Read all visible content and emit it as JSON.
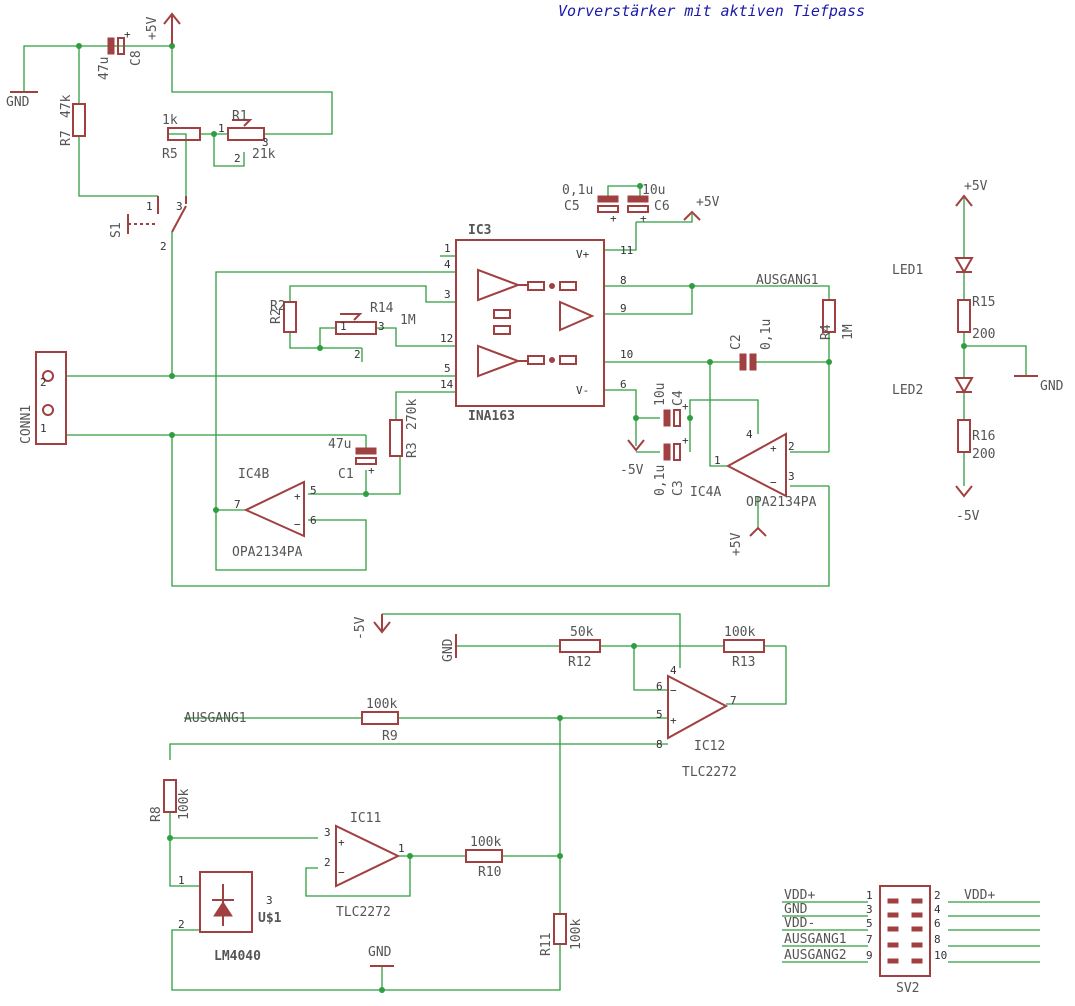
{
  "title": "Vorverstärker mit aktiven Tiefpass",
  "power": {
    "p5": "+5V",
    "m5": "-5V",
    "gnd": "GND"
  },
  "resistors": {
    "R1": {
      "name": "R1",
      "value": "21k"
    },
    "R2": {
      "name": "R2",
      "value": ""
    },
    "R3": {
      "name": "R3",
      "value": "270k"
    },
    "R4": {
      "name": "R4",
      "value": "1M"
    },
    "R5": {
      "name": "R5",
      "value": "1k"
    },
    "R7": {
      "name": "R7",
      "value": "47k"
    },
    "R8": {
      "name": "R8",
      "value": "100k"
    },
    "R9": {
      "name": "R9",
      "value": "100k"
    },
    "R10": {
      "name": "R10",
      "value": "100k"
    },
    "R11": {
      "name": "R11",
      "value": "100k"
    },
    "R12": {
      "name": "R12",
      "value": "50k"
    },
    "R13": {
      "name": "R13",
      "value": "100k"
    },
    "R14": {
      "name": "R14",
      "value": "1M"
    },
    "R15": {
      "name": "R15",
      "value": "200"
    },
    "R16": {
      "name": "R16",
      "value": "200"
    }
  },
  "capacitors": {
    "C1": {
      "name": "C1",
      "value": "47u"
    },
    "C2": {
      "name": "C2",
      "value": "0,1u"
    },
    "C3": {
      "name": "C3",
      "value": "0,1u"
    },
    "C4": {
      "name": "C4",
      "value": "10u"
    },
    "C5": {
      "name": "C5",
      "value": "0,1u"
    },
    "C6": {
      "name": "C6",
      "value": "10u"
    },
    "C8": {
      "name": "C8",
      "value": "47u"
    }
  },
  "ics": {
    "IC3": {
      "name": "IC3",
      "part": "INA163"
    },
    "IC4A": {
      "name": "IC4A",
      "part": "OPA2134PA"
    },
    "IC4B": {
      "name": "IC4B",
      "part": "OPA2134PA"
    },
    "IC11": {
      "name": "IC11",
      "part": "TLC2272"
    },
    "IC12": {
      "name": "IC12",
      "part": "TLC2272"
    },
    "U1": {
      "name": "U$1",
      "part": "LM4040"
    }
  },
  "misc": {
    "conn1": "CONN1",
    "s1": "S1",
    "led1": "LED1",
    "led2": "LED2",
    "sv2": "SV2"
  },
  "nets": {
    "ausgang1": "AUSGANG1",
    "ausgang2": "AUSGANG2"
  },
  "pins": {
    "ina": {
      "p1": "1",
      "p4": "4",
      "p3": "3",
      "p12": "12",
      "p5": "5",
      "p14": "14",
      "p11": "11",
      "p8": "8",
      "p9": "9",
      "p10": "10",
      "p6": "6",
      "vp": "V+",
      "vm": "V-"
    },
    "n1": "1",
    "n2": "2",
    "n3": "3",
    "n4": "4",
    "n5": "5",
    "n6": "6",
    "n7": "7",
    "n8": "8"
  },
  "header": {
    "left": [
      {
        "pin": "1",
        "signal": "VDD+"
      },
      {
        "pin": "3",
        "signal": "GND"
      },
      {
        "pin": "5",
        "signal": "VDD-"
      },
      {
        "pin": "7",
        "signal": "AUSGANG1"
      },
      {
        "pin": "9",
        "signal": "AUSGANG2"
      }
    ],
    "right": [
      {
        "pin": "2",
        "signal": "VDD+"
      },
      {
        "pin": "4",
        "signal": ""
      },
      {
        "pin": "6",
        "signal": ""
      },
      {
        "pin": "8",
        "signal": ""
      },
      {
        "pin": "10",
        "signal": ""
      }
    ]
  },
  "colors": {
    "wire": "#2e9e3e",
    "component": "#a04040",
    "text": "#555555",
    "title": "#1a1aa8"
  }
}
